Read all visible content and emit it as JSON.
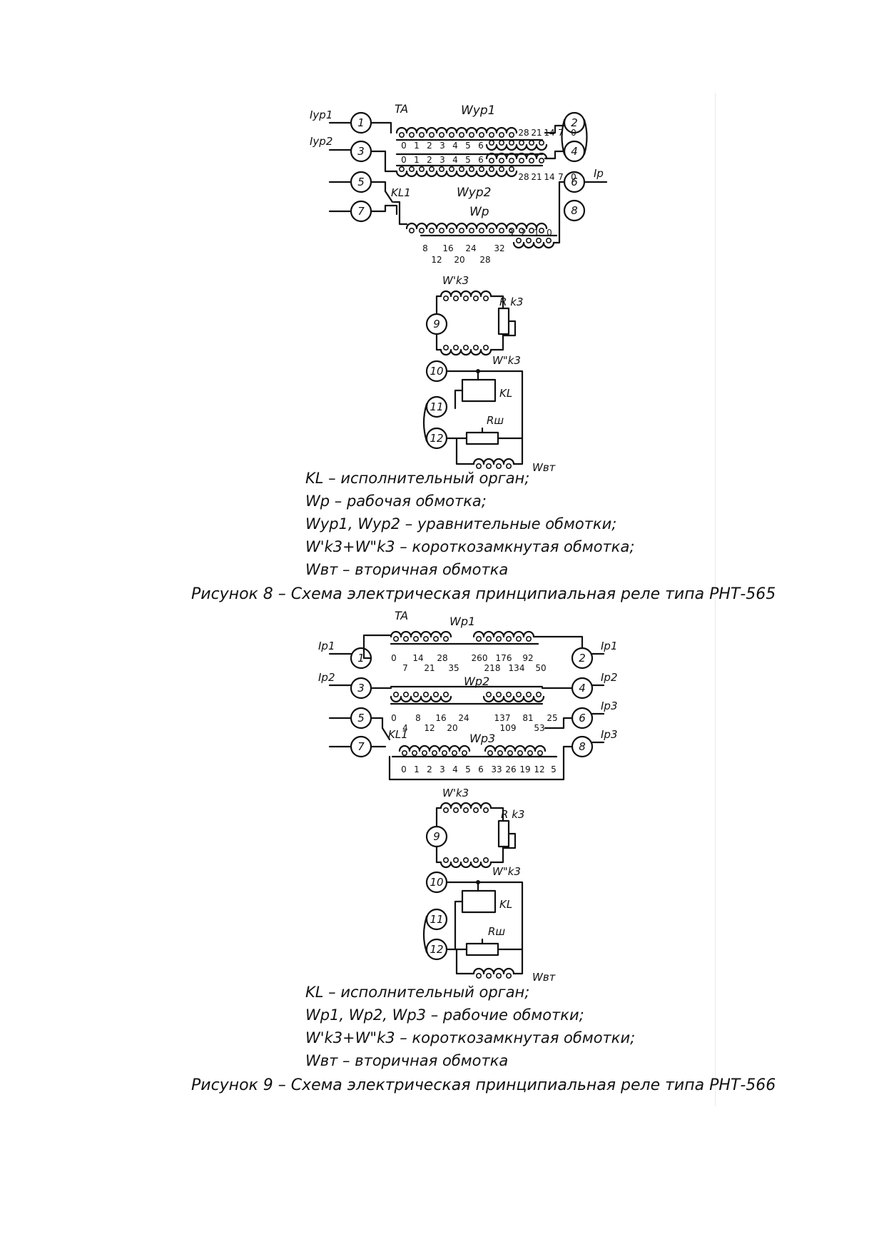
{
  "figure8": {
    "labels": {
      "iyp1": "Iyp1",
      "iyp2": "Iyp2",
      "ip": "Ip",
      "ta": "TA",
      "wyp1": "Wyp1",
      "wyp2": "Wyp2",
      "wp": "Wp",
      "kl1": "KL1",
      "wk3p": "W'k3",
      "wk3pp": "W\"k3",
      "rk3": "R k3",
      "kl": "KL",
      "rsh": "Rш",
      "wvt": "Wвт"
    },
    "terminals": [
      "1",
      "2",
      "3",
      "4",
      "5",
      "6",
      "7",
      "8",
      "9",
      "10",
      "11",
      "12"
    ],
    "taps_wyp1": [
      "28",
      "21",
      "14",
      "7",
      "0"
    ],
    "taps_top_row1": [
      "0",
      "1",
      "2",
      "3",
      "4",
      "5",
      "6"
    ],
    "taps_top_row2": [
      "0",
      "1",
      "2",
      "3",
      "4",
      "5",
      "6"
    ],
    "taps_wyp2": [
      "28",
      "21",
      "14",
      "7",
      "0"
    ],
    "taps_wp_right": [
      "3",
      "2",
      "1",
      "0"
    ],
    "taps_wp_row1": [
      "8",
      "16",
      "24",
      "32"
    ],
    "taps_wp_row2": [
      "12",
      "20",
      "28"
    ],
    "legend": [
      "KL – исполнительный орган;",
      "Wp – рабочая обмотка;",
      "Wyp1, Wyp2 – уравнительные обмотки;",
      "W'k3+W\"k3 – короткозамкнутая обмотка;",
      "Wвт – вторичная обмотка"
    ],
    "caption": "Рисунок 8 – Схема электрическая принципиальная реле типа РНТ-565"
  },
  "figure9": {
    "labels": {
      "ta": "TA",
      "wp1": "Wp1",
      "wp2": "Wp2",
      "wp3": "Wp3",
      "ip1l": "Ip1",
      "ip1r": "Ip1",
      "ip2l": "Ip2",
      "ip2r": "Ip2",
      "ip3a": "Ip3",
      "ip3b": "Ip3",
      "kl1": "KL1",
      "wk3p": "W'k3",
      "wk3pp": "W\"k3",
      "rk3": "R k3",
      "kl": "KL",
      "rsh": "Rш",
      "wvt": "Wвт"
    },
    "terminals": [
      "1",
      "2",
      "3",
      "4",
      "5",
      "6",
      "7",
      "8",
      "9",
      "10",
      "11",
      "12"
    ],
    "taps_wp1_row1": [
      "0",
      "14",
      "28",
      "260",
      "176",
      "92"
    ],
    "taps_wp1_row2": [
      "7",
      "21",
      "35",
      "218",
      "134",
      "50"
    ],
    "taps_wp2_row1": [
      "0",
      "8",
      "16",
      "24",
      "137",
      "81",
      "25"
    ],
    "taps_wp2_row2": [
      "4",
      "12",
      "20",
      "109",
      "53"
    ],
    "taps_wp3": [
      "0",
      "1",
      "2",
      "3",
      "4",
      "5",
      "6",
      "33",
      "26",
      "19",
      "12",
      "5"
    ],
    "legend": [
      "KL – исполнительный орган;",
      "Wp1, Wp2, Wp3 – рабочие обмотки;",
      "W'k3+W\"k3 – короткозамкнутая обмотки;",
      "Wвт – вторичная обмотка"
    ],
    "caption": "Рисунок 9 – Схема электрическая принципиальная реле типа РНТ-566"
  }
}
